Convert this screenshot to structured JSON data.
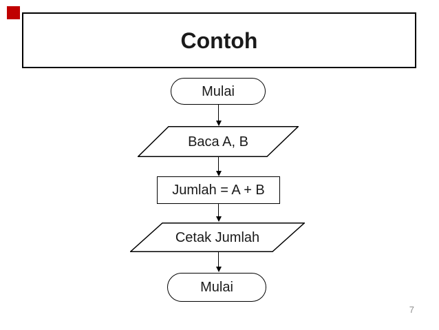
{
  "slide": {
    "title": "Contoh",
    "page_number": "7"
  },
  "theme": {
    "accent_red": "#C00000",
    "shape_stroke": "#000000",
    "shape_fill": "#FFFFFF",
    "text_color": "#1A1A1A",
    "page_number_color": "#8F8F8F"
  },
  "flowchart": {
    "direction": "top-to-bottom",
    "nodes": [
      {
        "type": "terminator",
        "label": "Mulai"
      },
      {
        "type": "io-parallelogram",
        "label": "Baca A, B"
      },
      {
        "type": "process-rectangle",
        "label": "Jumlah = A + B"
      },
      {
        "type": "io-parallelogram",
        "label": "Cetak Jumlah"
      },
      {
        "type": "terminator",
        "label": "Mulai"
      }
    ],
    "connector_count": 4
  }
}
